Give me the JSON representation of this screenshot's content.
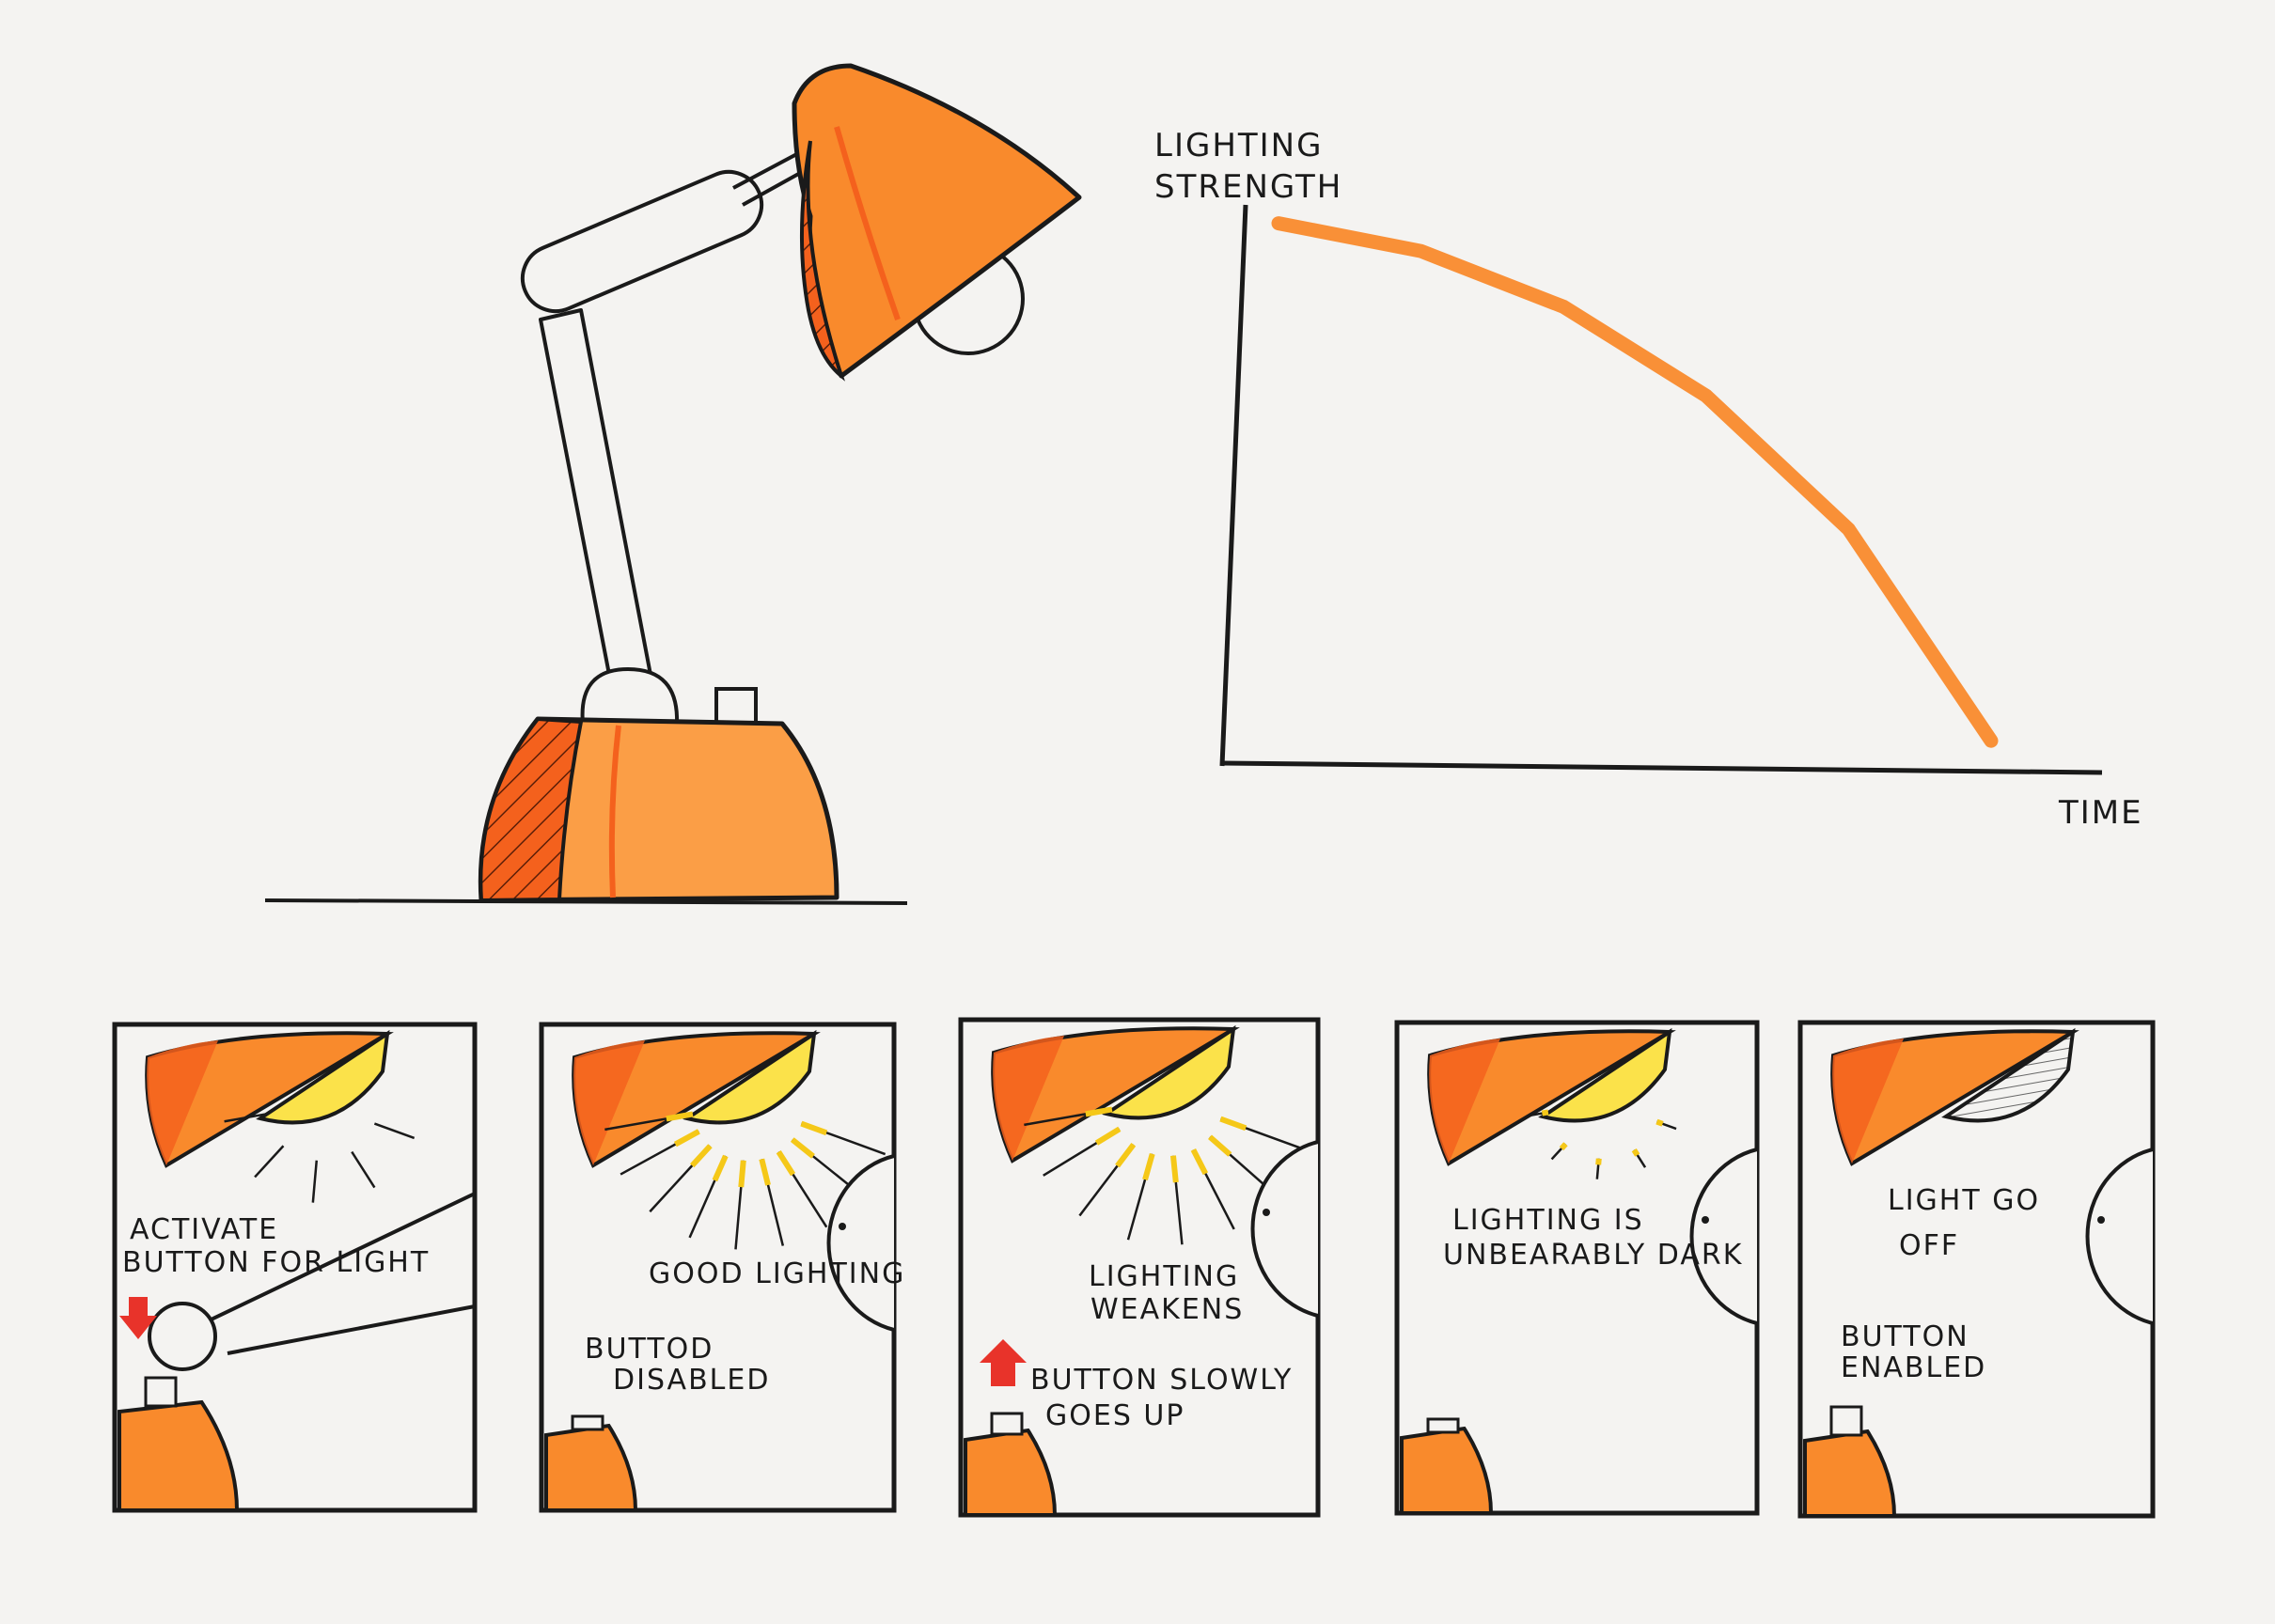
{
  "colors": {
    "paper": "#f4f3f1",
    "ink": "#1a1a1a",
    "orange": "#f98a2c",
    "orange_light": "#fb9e46",
    "red_orange": "#f4611d",
    "yellow": "#fbe24a",
    "ray_yellow": "#f5c818",
    "arrow_red": "#e8332a"
  },
  "graph": {
    "y_label_line1": "LIGHTING",
    "y_label_line2": "STRENGTH",
    "x_label": "TIME"
  },
  "chart_data": {
    "type": "line",
    "title": "",
    "xlabel": "TIME",
    "ylabel": "LIGHTING STRENGTH",
    "trend": "decreasing",
    "x": [
      0,
      0.2,
      0.4,
      0.6,
      0.8,
      1.0
    ],
    "series": [
      {
        "values": [
          0.95,
          0.9,
          0.8,
          0.64,
          0.4,
          0.02
        ]
      }
    ],
    "xlim": [
      0,
      1
    ],
    "ylim": [
      0,
      1
    ],
    "grid": false
  },
  "panels": [
    {
      "label_line1": "ACTIVATE",
      "label_line2": "BUTTON FOR LIGHT",
      "light_state": "on"
    },
    {
      "main_line1": "GOOD LIGHTING",
      "sub_line1": "BUTTOD",
      "sub_line2": "DISABLED",
      "light_state": "bright"
    },
    {
      "main_line1": "LIGHTING",
      "main_line2": "WEAKENS",
      "sub_line1": "BUTTON SLOWLY",
      "sub_line2": "GOES UP",
      "light_state": "weakening"
    },
    {
      "main_line1": "LIGHTING IS",
      "main_line2": "UNBEARABLY DARK",
      "light_state": "dim"
    },
    {
      "main_line1": "LIGHT GO",
      "main_line2": "OFF",
      "sub_line1": "BUTTON",
      "sub_line2": "ENABLED",
      "light_state": "off"
    }
  ]
}
